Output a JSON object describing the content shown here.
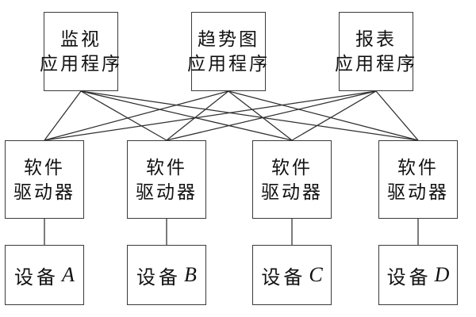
{
  "diagram": {
    "apps": [
      {
        "name": "monitor-application",
        "line1": "监视",
        "line2": "应用程序"
      },
      {
        "name": "trend-chart-application",
        "line1": "趋势图",
        "line2": "应用程序"
      },
      {
        "name": "report-application",
        "line1": "报表",
        "line2": "应用程序"
      }
    ],
    "drivers": [
      {
        "name": "software-driver-1",
        "line1": "软件",
        "line2": "驱动器"
      },
      {
        "name": "software-driver-2",
        "line1": "软件",
        "line2": "驱动器"
      },
      {
        "name": "software-driver-3",
        "line1": "软件",
        "line2": "驱动器"
      },
      {
        "name": "software-driver-4",
        "line1": "软件",
        "line2": "驱动器"
      }
    ],
    "devices": [
      {
        "name": "device-a",
        "prefix": "设备",
        "letter": "A"
      },
      {
        "name": "device-b",
        "prefix": "设备",
        "letter": "B"
      },
      {
        "name": "device-c",
        "prefix": "设备",
        "letter": "C"
      },
      {
        "name": "device-d",
        "prefix": "设备",
        "letter": "D"
      }
    ],
    "connections": {
      "app_to_driver_pairs": [
        [
          0,
          0
        ],
        [
          0,
          1
        ],
        [
          0,
          2
        ],
        [
          0,
          3
        ],
        [
          1,
          0
        ],
        [
          1,
          1
        ],
        [
          1,
          2
        ],
        [
          1,
          3
        ],
        [
          2,
          0
        ],
        [
          2,
          1
        ],
        [
          2,
          2
        ],
        [
          2,
          3
        ]
      ],
      "driver_to_device_pairs": [
        [
          0,
          0
        ],
        [
          1,
          1
        ],
        [
          2,
          2
        ],
        [
          3,
          3
        ]
      ],
      "line_style": "plain straight lines, no arrowheads"
    },
    "colors": {
      "background": "#ffffff",
      "box_border": "#3a3a3a",
      "line": "#2e2e2e",
      "text": "#111111"
    }
  }
}
